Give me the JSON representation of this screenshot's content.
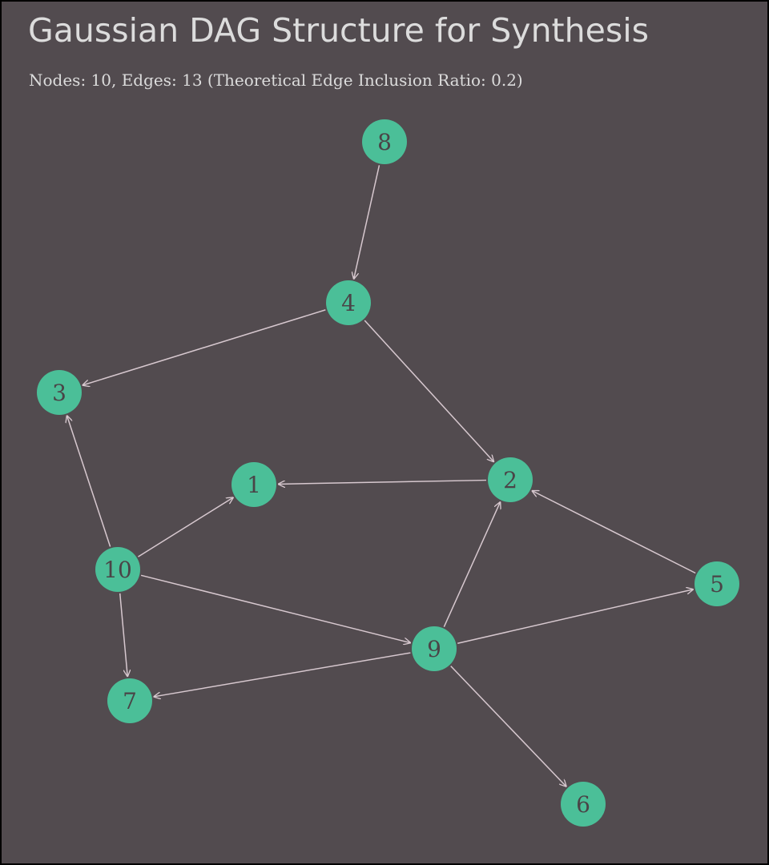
{
  "header": {
    "title": "Gaussian DAG Structure for Synthesis",
    "subtitle": "Nodes: 10, Edges: 13 (Theoretical Edge Inclusion Ratio: 0.2)"
  },
  "graph": {
    "nodes": [
      {
        "id": "1",
        "label": "1"
      },
      {
        "id": "2",
        "label": "2"
      },
      {
        "id": "3",
        "label": "3"
      },
      {
        "id": "4",
        "label": "4"
      },
      {
        "id": "5",
        "label": "5"
      },
      {
        "id": "6",
        "label": "6"
      },
      {
        "id": "7",
        "label": "7"
      },
      {
        "id": "8",
        "label": "8"
      },
      {
        "id": "9",
        "label": "9"
      },
      {
        "id": "10",
        "label": "10"
      }
    ],
    "edges": [
      {
        "from": "8",
        "to": "4"
      },
      {
        "from": "4",
        "to": "3"
      },
      {
        "from": "4",
        "to": "2"
      },
      {
        "from": "2",
        "to": "1"
      },
      {
        "from": "5",
        "to": "2"
      },
      {
        "from": "10",
        "to": "3"
      },
      {
        "from": "10",
        "to": "1"
      },
      {
        "from": "10",
        "to": "9"
      },
      {
        "from": "10",
        "to": "7"
      },
      {
        "from": "9",
        "to": "2"
      },
      {
        "from": "9",
        "to": "5"
      },
      {
        "from": "9",
        "to": "7"
      },
      {
        "from": "9",
        "to": "6"
      }
    ],
    "colors": {
      "background": "#524b4f",
      "node_fill": "#4bbf98",
      "edge": "#d7c8cf",
      "label": "#4a4447",
      "text": "#dcdcdc"
    }
  }
}
